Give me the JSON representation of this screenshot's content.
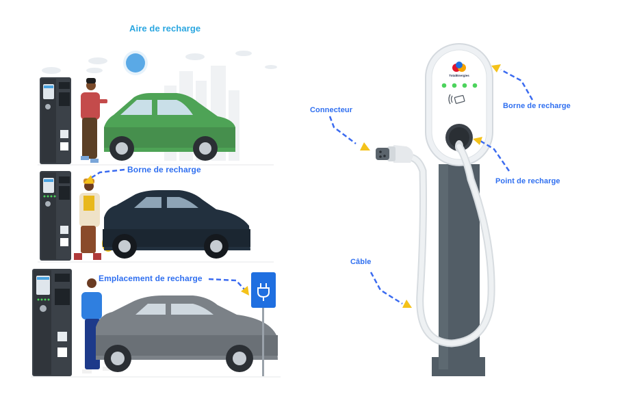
{
  "colors": {
    "label_blue": "#2f6ff0",
    "title_cyan": "#2aa6e0",
    "dash_blue": "#3b6bf0",
    "arrow_yellow": "#f4c21a",
    "station_dark": "#3b4148",
    "pole_gray": "#525d66",
    "car_green": "#4ea356",
    "car_navy": "#22303e",
    "car_gray": "#7b8187",
    "sign_blue": "#1f6fe0",
    "cable_white": "#e9ecef",
    "led_green": "#4cd35c"
  },
  "left_panel": {
    "title": "Aire de recharge",
    "label_borne": "Borne de recharge",
    "label_emplacement": "Emplacement de recharge"
  },
  "right_panel": {
    "label_connecteur": "Connecteur",
    "label_borne": "Borne de recharge",
    "label_point": "Point de recharge",
    "label_cable": "Câble",
    "brand": "TotalEnergies"
  },
  "icons": [
    "sun-icon",
    "cloud-icon",
    "rfid-card-icon",
    "plug-icon",
    "lightning-icon"
  ]
}
